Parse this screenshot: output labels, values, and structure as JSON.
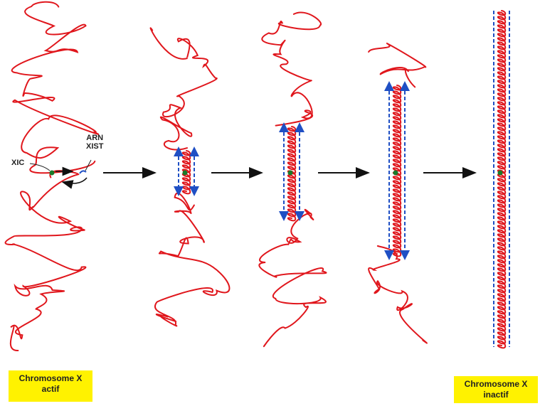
{
  "labels": {
    "xic": "XIC",
    "arn_line1": "ARN",
    "arn_line2": "XIST",
    "active_line1": "Chromosome X",
    "active_line2": "actif",
    "inactive_line1": "Chromosome X",
    "inactive_line2": "inactif"
  },
  "colors": {
    "chromatin": "#e0161c",
    "xist_rna": "#1f4fc4",
    "center_dot": "#1a7a2a",
    "label_bg": "#fff200",
    "arrow": "#111111"
  },
  "stages": [
    {
      "name": "stage-1",
      "coiled_fraction": 0.0
    },
    {
      "name": "stage-2",
      "coiled_fraction": 0.1
    },
    {
      "name": "stage-3",
      "coiled_fraction": 0.3
    },
    {
      "name": "stage-4",
      "coiled_fraction": 0.55
    },
    {
      "name": "stage-5",
      "coiled_fraction": 1.0
    }
  ]
}
